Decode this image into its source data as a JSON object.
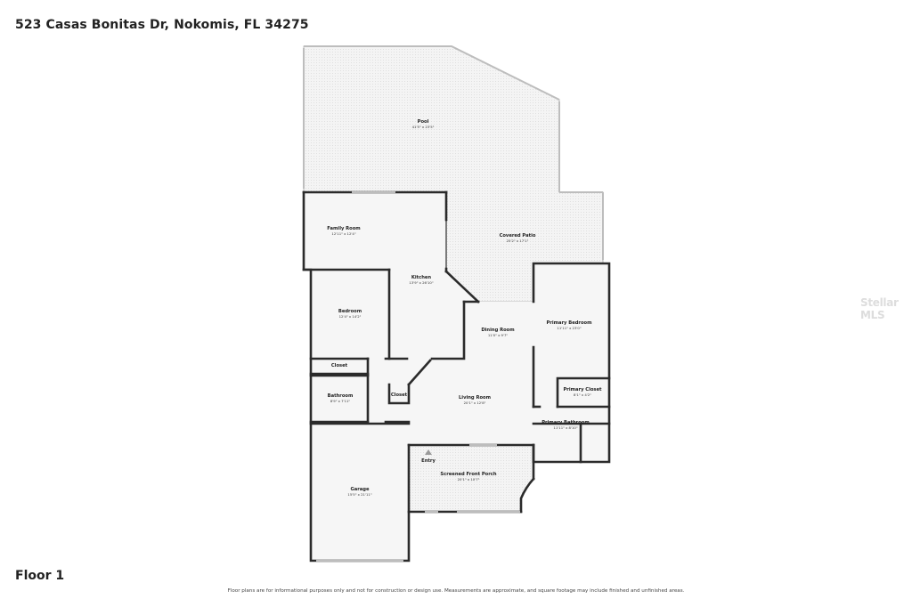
{
  "header": {
    "address": "523 Casas Bonitas Dr, Nokomis, FL 34275"
  },
  "floor": {
    "label": "Floor 1"
  },
  "footer": {
    "disclaimer": "Floor plans are for informational purposes only and not for construction or design use. Measurements are approximate, and square footage may include finished and unfinished areas."
  },
  "watermark": {
    "text": "Stellar MLS"
  },
  "rooms": {
    "pool": {
      "name": "Pool",
      "dim": "41'5\" x 23'5\""
    },
    "covered_patio": {
      "name": "Covered Patio",
      "dim": "25'2\" x 17'1\""
    },
    "family_room": {
      "name": "Family Room",
      "dim": "12'11\" x 12'4\""
    },
    "kitchen": {
      "name": "Kitchen",
      "dim": "13'9\" x 26'10\""
    },
    "bedroom": {
      "name": "Bedroom",
      "dim": "12'4\" x 14'2\""
    },
    "dining_room": {
      "name": "Dining Room",
      "dim": "11'0\" x 9'7\""
    },
    "primary_bedroom": {
      "name": "Primary Bedroom",
      "dim": "11'11\" x 23'0\""
    },
    "closet_1": {
      "name": "Closet"
    },
    "closet_2": {
      "name": "Closet"
    },
    "bathroom": {
      "name": "Bathroom",
      "dim": "8'9\" x 7'11\""
    },
    "living_room": {
      "name": "Living Room",
      "dim": "20'1\" x 12'8\""
    },
    "primary_closet": {
      "name": "Primary Closet",
      "dim": "8'1\" x 4'2\""
    },
    "primary_bathroom": {
      "name": "Primary Bathroom",
      "dim": "11'11\" x 8'10\""
    },
    "entry": {
      "name": "Entry"
    },
    "screened_front_porch": {
      "name": "Screened Front Porch",
      "dim": "20'1\" x 10'7\""
    },
    "garage": {
      "name": "Garage",
      "dim": "15'5\" x 21'11\""
    }
  }
}
